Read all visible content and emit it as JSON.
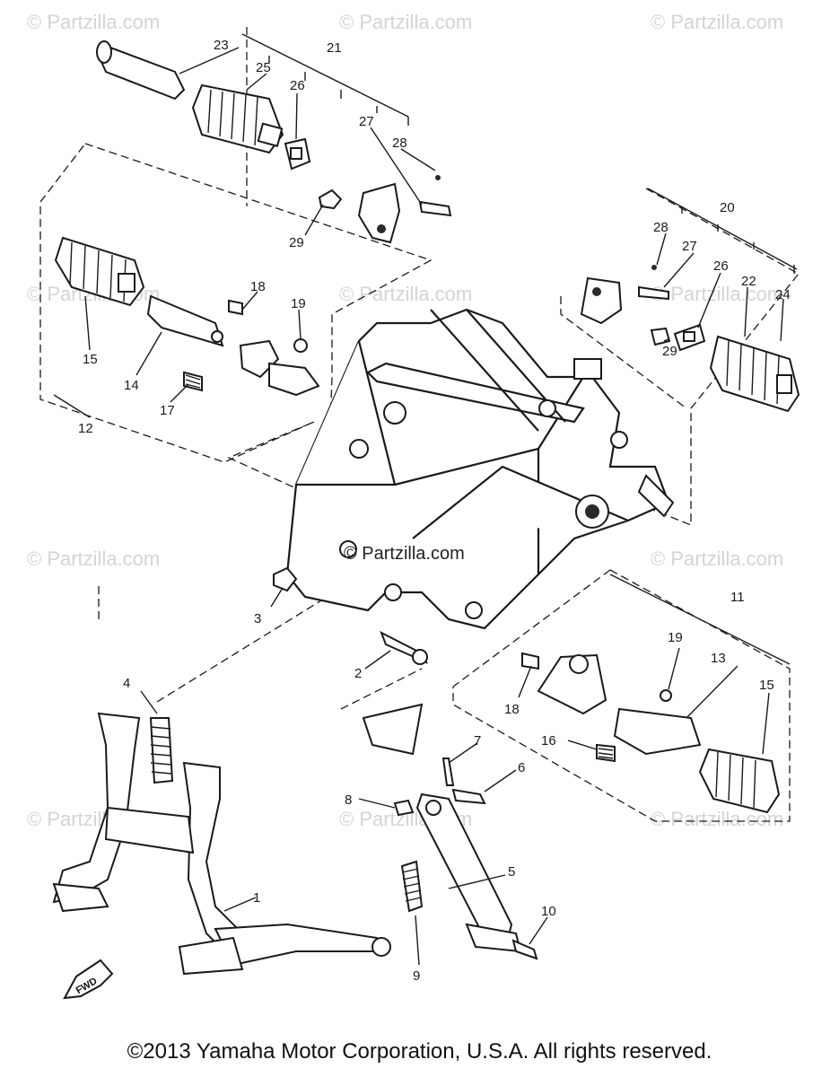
{
  "watermark": {
    "text": "© Partzilla.com",
    "center_text": "© Partzilla.com"
  },
  "copyright": "©2013  Yamaha Motor Corporation, U.S.A. All rights reserved.",
  "fwd_label": "FWD",
  "labels": {
    "l1": "1",
    "l2": "2",
    "l3": "3",
    "l4": "4",
    "l5": "5",
    "l6": "6",
    "l7": "7",
    "l8": "8",
    "l9": "9",
    "l10": "10",
    "l11": "11",
    "l12": "12",
    "l13": "13",
    "l14": "14",
    "l15a": "15",
    "l15b": "15",
    "l16": "16",
    "l17": "17",
    "l18a": "18",
    "l18b": "18",
    "l19a": "19",
    "l19b": "19",
    "l20": "20",
    "l21": "21",
    "l22": "22",
    "l23": "23",
    "l24": "24",
    "l25": "25",
    "l26a": "26",
    "l26b": "26",
    "l27a": "27",
    "l27b": "27",
    "l28a": "28",
    "l28b": "28",
    "l29a": "29",
    "l29b": "29"
  }
}
